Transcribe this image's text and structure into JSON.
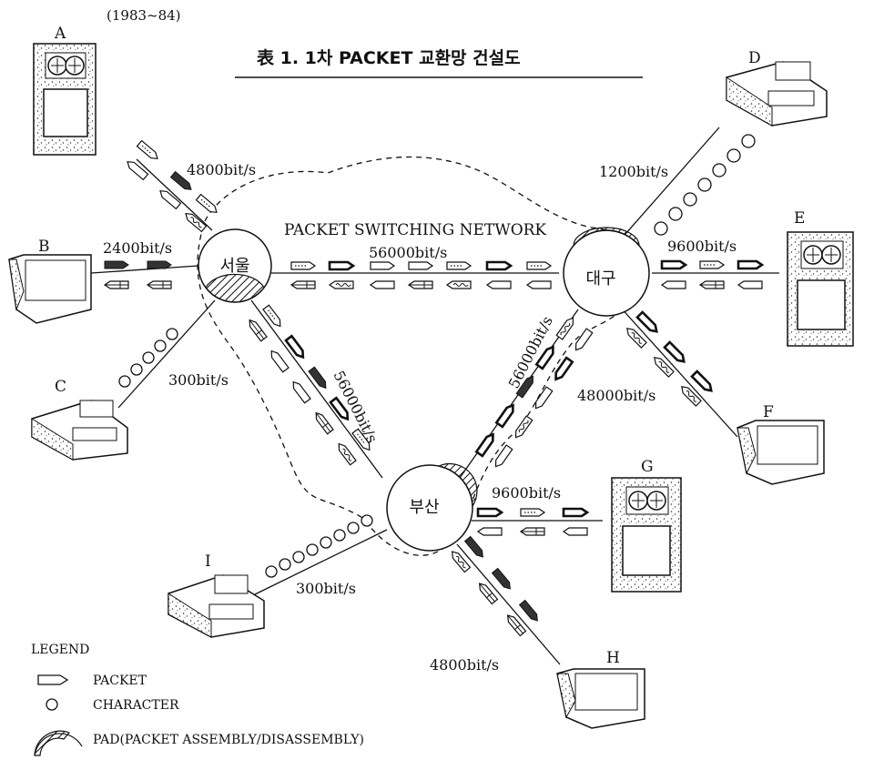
{
  "header": {
    "year_range": "(1983~84)",
    "title": "表 1.  1차 PACKET 교환망 건설도"
  },
  "network_label": "PACKET SWITCHING NETWORK",
  "nodes": {
    "seoul": "서울",
    "daegu": "대구",
    "busan": "부산"
  },
  "terminals": {
    "A": "A",
    "B": "B",
    "C": "C",
    "D": "D",
    "E": "E",
    "F": "F",
    "G": "G",
    "H": "H",
    "I": "I"
  },
  "link_rates": {
    "a_seoul": "4800bit/s",
    "b_seoul": "2400bit/s",
    "c_seoul": "300bit/s",
    "seoul_daegu": "56000bit/s",
    "seoul_busan": "56000bit/s",
    "daegu_busan": "56000bit/s",
    "d_daegu": "1200bit/s",
    "e_daegu": "9600bit/s",
    "f_daegu": "48000bit/s",
    "g_busan": "9600bit/s",
    "i_busan": "300bit/s",
    "h_busan": "4800bit/s"
  },
  "legend": {
    "title": "LEGEND",
    "packet": "PACKET",
    "character": "CHARACTER",
    "pad": "PAD(PACKET ASSEMBLY/DISASSEMBLY)"
  }
}
